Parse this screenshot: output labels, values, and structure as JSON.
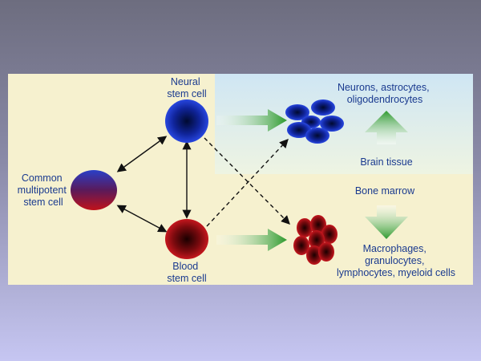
{
  "diagram": {
    "neural_stem_cell": {
      "line1": "Neural",
      "line2": "stem cell"
    },
    "common_stem_cell": {
      "line1": "Common",
      "line2": "multipotent",
      "line3": "stem cell"
    },
    "blood_stem_cell": {
      "line1": "Blood",
      "line2": "stem cell"
    },
    "neural_progeny": {
      "line1": "Neurons, astrocytes,",
      "line2": "oligodendrocytes"
    },
    "brain_tissue": "Brain tissue",
    "bone_marrow": "Bone marrow",
    "blood_progeny": {
      "line1": "Macrophages,",
      "line2": "granulocytes,",
      "line3": "lymphocytes, myeloid cells"
    }
  },
  "colors": {
    "neural": "#1f3fd6",
    "blood": "#b0141a",
    "label_text": "#1a3a8f",
    "green_arrow": "#3fae3a",
    "panel": "#f6f1cf",
    "brain_region": "#dcecf4"
  }
}
